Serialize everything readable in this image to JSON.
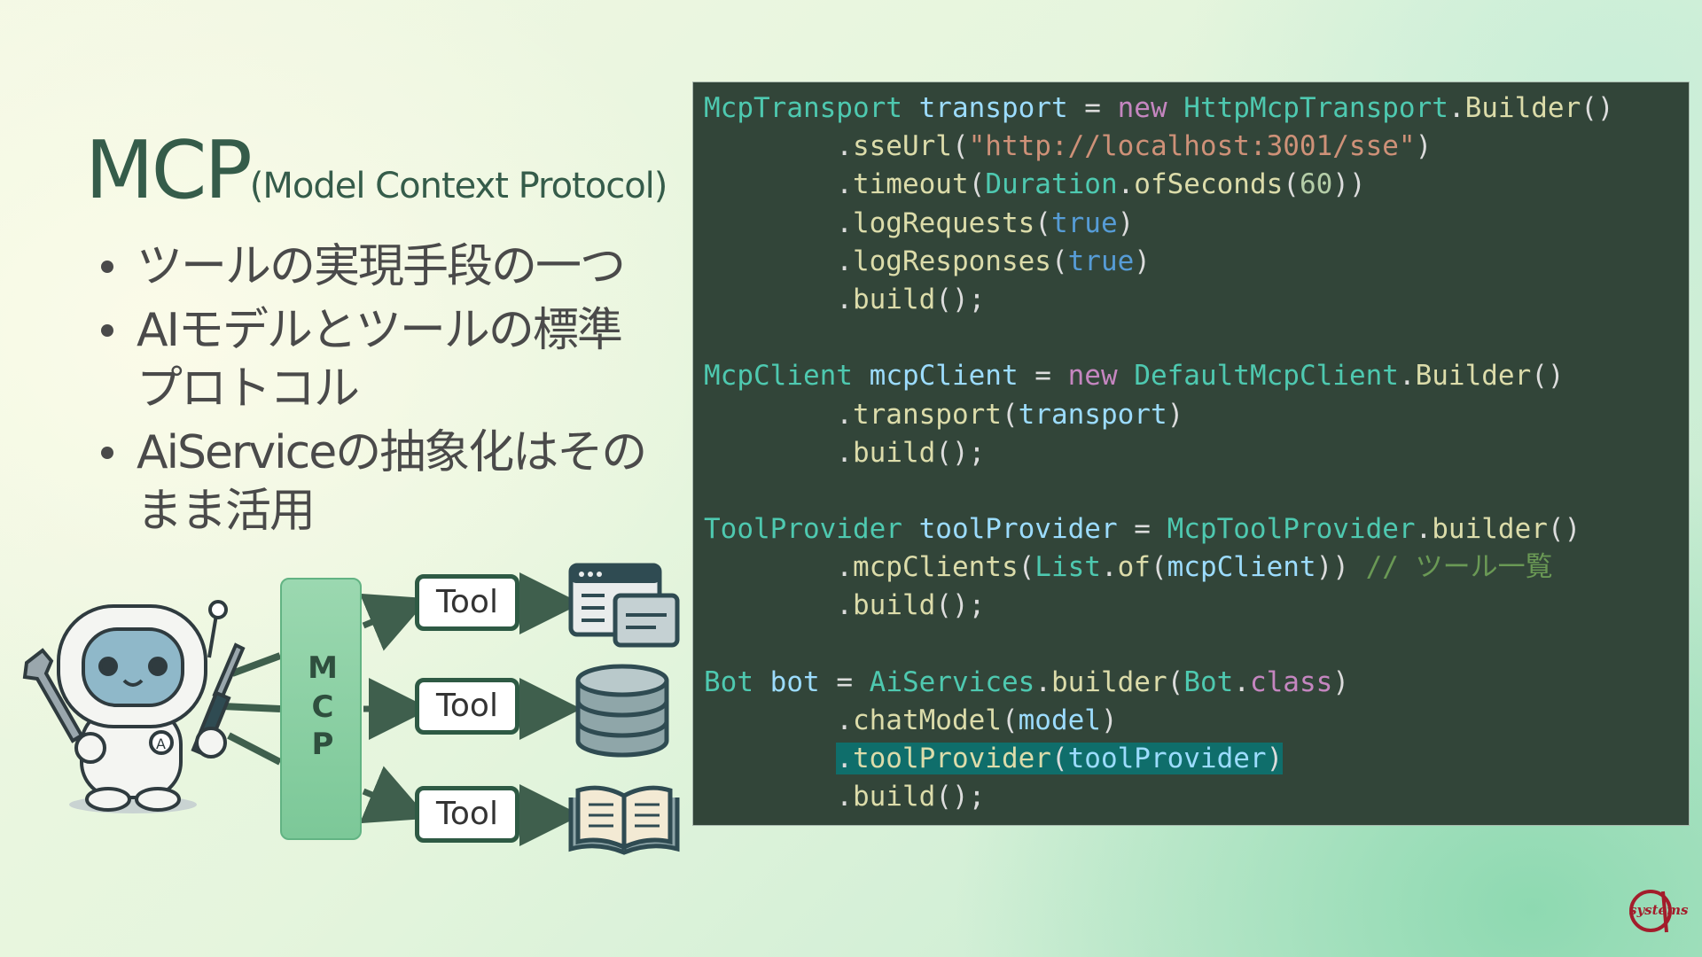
{
  "slide": {
    "title_main": "MCP",
    "title_sub": "(Model Context Protocol)",
    "bullets": [
      "ツールの実現手段の一つ",
      "AIモデルとツールの標準プロトコル",
      "AiServiceの抽象化はそのまま活用"
    ]
  },
  "diagram": {
    "mcp_letters": [
      "M",
      "C",
      "P"
    ],
    "tools": [
      {
        "label": "Tool",
        "icon": "window-icon"
      },
      {
        "label": "Tool",
        "icon": "database-icon"
      },
      {
        "label": "Tool",
        "icon": "book-icon"
      }
    ],
    "robot_icon": "robot-mascot-icon"
  },
  "code": {
    "l1": {
      "a": "McpTransport",
      "b": " ",
      "c": "transport",
      "d": " = ",
      "e": "new",
      "f": " ",
      "g": "HttpMcpTransport",
      "h": ".",
      "i": "Builder",
      "j": "()"
    },
    "l2": {
      "a": "        .",
      "b": "sseUrl",
      "c": "(",
      "d": "\"http://localhost:3001/sse\"",
      "e": ")"
    },
    "l3": {
      "a": "        .",
      "b": "timeout",
      "c": "(",
      "d": "Duration",
      "e": ".",
      "f": "ofSeconds",
      "g": "(",
      "h": "60",
      "i": "))"
    },
    "l4": {
      "a": "        .",
      "b": "logRequests",
      "c": "(",
      "d": "true",
      "e": ")"
    },
    "l5": {
      "a": "        .",
      "b": "logResponses",
      "c": "(",
      "d": "true",
      "e": ")"
    },
    "l6": {
      "a": "        .",
      "b": "build",
      "c": "();"
    },
    "l8": {
      "a": "McpClient",
      "b": " ",
      "c": "mcpClient",
      "d": " = ",
      "e": "new",
      "f": " ",
      "g": "DefaultMcpClient",
      "h": ".",
      "i": "Builder",
      "j": "()"
    },
    "l9": {
      "a": "        .",
      "b": "transport",
      "c": "(",
      "d": "transport",
      "e": ")"
    },
    "l10": {
      "a": "        .",
      "b": "build",
      "c": "();"
    },
    "l12": {
      "a": "ToolProvider",
      "b": " ",
      "c": "toolProvider",
      "d": " = ",
      "e": "McpToolProvider",
      "f": ".",
      "g": "builder",
      "h": "()"
    },
    "l13": {
      "a": "        .",
      "b": "mcpClients",
      "c": "(",
      "d": "List",
      "e": ".",
      "f": "of",
      "g": "(",
      "h": "mcpClient",
      "i": "))",
      "j": " // ツール一覧"
    },
    "l14": {
      "a": "        .",
      "b": "build",
      "c": "();"
    },
    "l16": {
      "a": "Bot",
      "b": " ",
      "c": "bot",
      "d": " = ",
      "e": "AiServices",
      "f": ".",
      "g": "builder",
      "h": "(",
      "i": "Bot",
      "j": ".",
      "k": "class",
      "l": ")"
    },
    "l17": {
      "a": "        .",
      "b": "chatModel",
      "c": "(",
      "d": "model",
      "e": ")"
    },
    "l18": {
      "a": "        ",
      "b": ".",
      "c": "toolProvider",
      "d": "(",
      "e": "toolProvider",
      "f": ")"
    },
    "l19": {
      "a": "        .",
      "b": "build",
      "c": "();"
    }
  },
  "logo": {
    "text": "systems"
  },
  "colors": {
    "code_bg": "#324539",
    "type": "#4ec9b0",
    "variable": "#9cdcfe",
    "keyword": "#c586c0",
    "method": "#dcdcaa",
    "string": "#ce9178",
    "number": "#b5cea8",
    "boolean": "#569cd6",
    "comment": "#6a9955",
    "highlight": "#0f6e6b",
    "title": "#355c4a"
  }
}
